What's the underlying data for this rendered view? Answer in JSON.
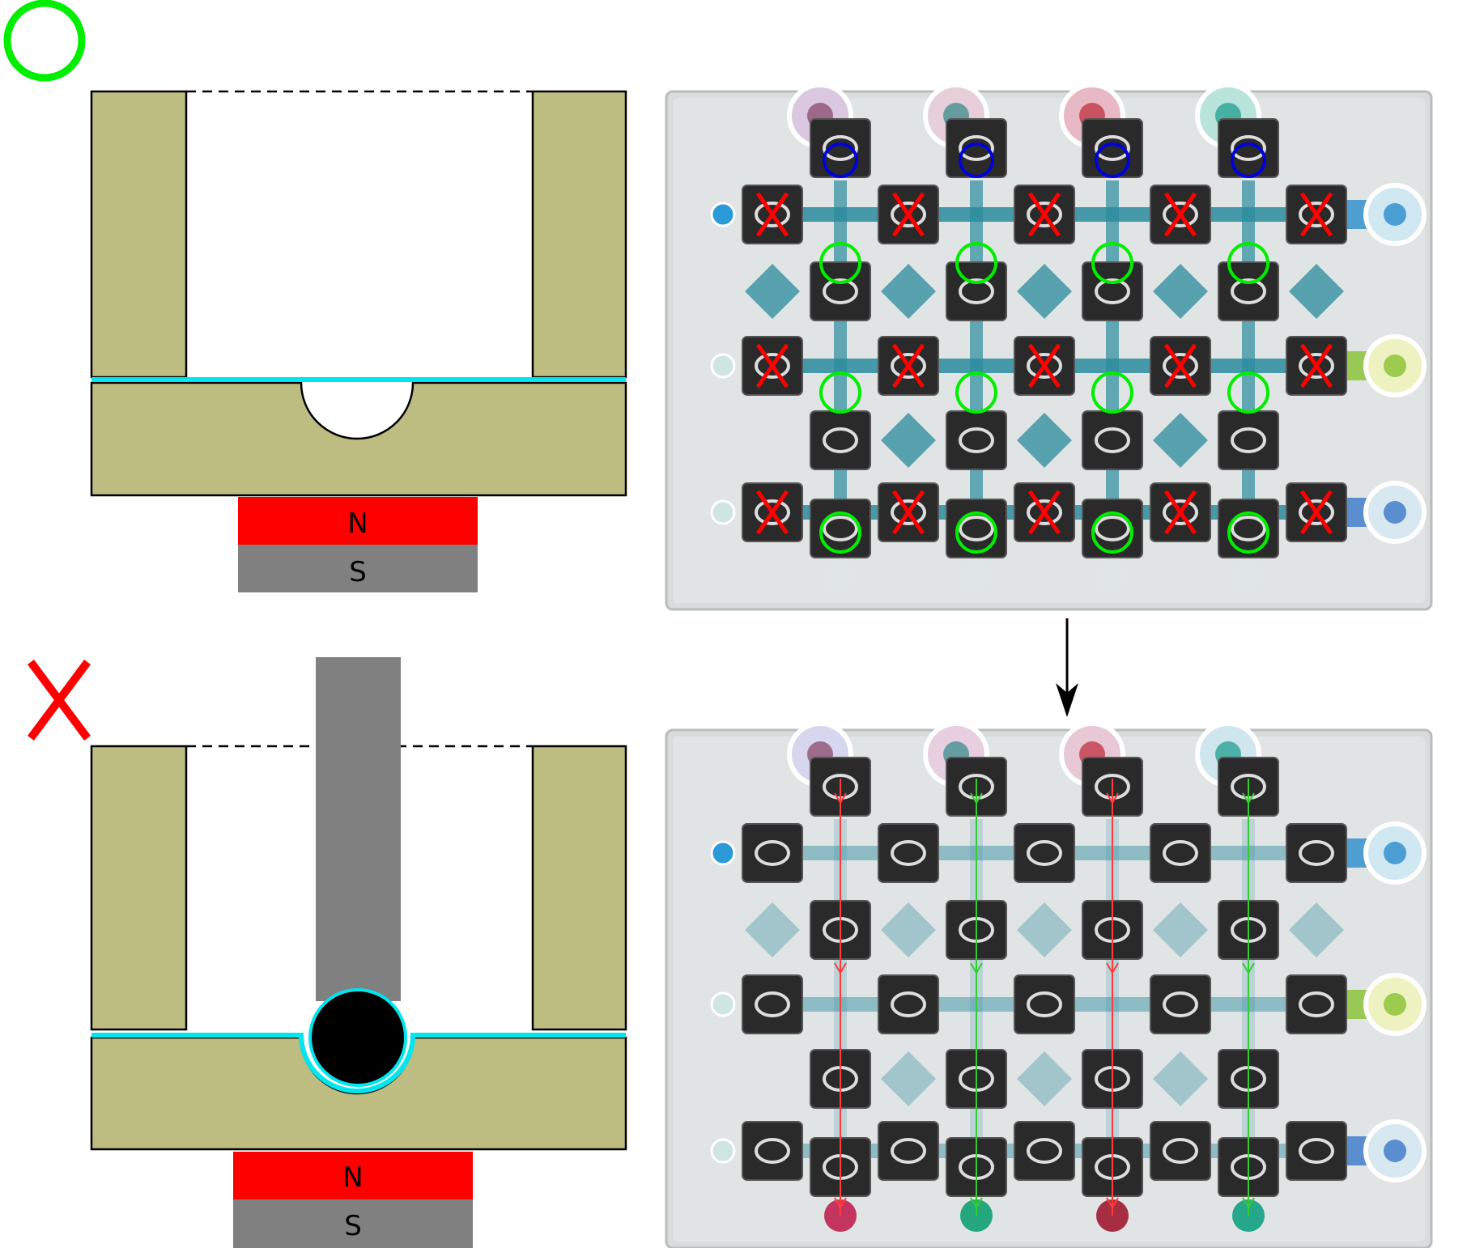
{
  "colors": {
    "block": "#bdbd82",
    "water": "#00e5ee",
    "magnet_north": "#ff0000",
    "magnet_south": "#808080",
    "rod": "#808080",
    "ball": "#000000",
    "open_mark": "#00ee00",
    "closed_mark": "#ff0000",
    "inlet_mark": "#0000dd",
    "plate": "#d8dcdc",
    "cube": "#2a2a2a",
    "channel": "#2a8c9e"
  },
  "icons": {
    "open_symbol": "green-circle-icon",
    "closed_symbol": "red-x-icon",
    "flow_arrow": "down-arrow-icon"
  },
  "panels": {
    "top_left": {
      "state_symbol": "open",
      "magnet": {
        "north_label": "N",
        "south_label": "S"
      }
    },
    "bottom_left": {
      "state_symbol": "closed",
      "magnet": {
        "north_label": "N",
        "south_label": "S"
      }
    },
    "top_right": {
      "photo": "chip-with-valve-markings",
      "blue_circle_count": 4,
      "green_circle_count": 12,
      "red_x_count": 15
    },
    "bottom_right": {
      "photo": "chip-after-actuation",
      "flow_line_colors": [
        "#ff3b3b",
        "#33cc33",
        "#ff3b3b",
        "#33cc33"
      ]
    }
  }
}
